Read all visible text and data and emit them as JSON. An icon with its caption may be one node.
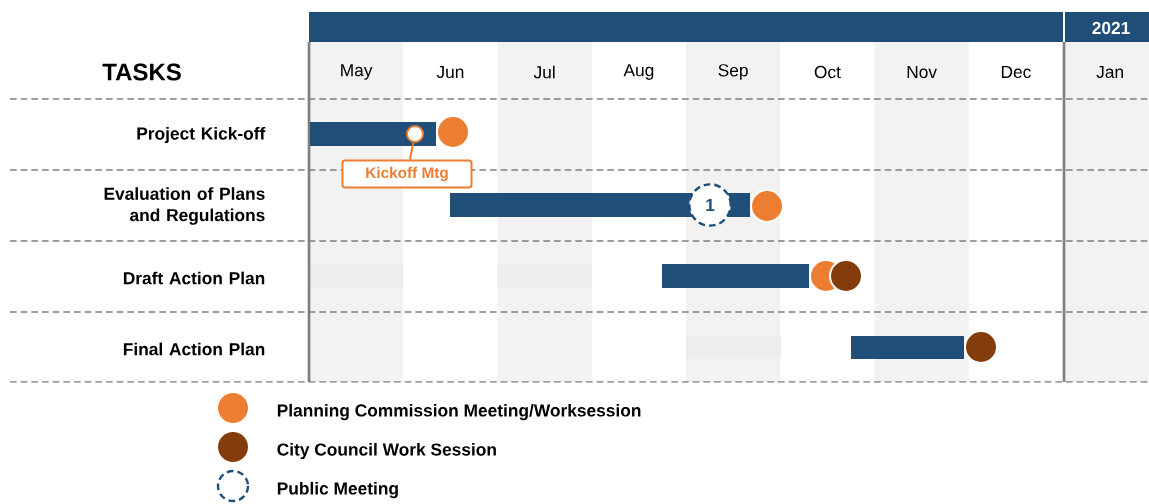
{
  "diagram": {
    "nodes": [
      {
        "text": [],
        "shape": "bar"
      },
      {
        "text": [],
        "shape": "circle",
        "in": 0
      },
      {
        "text": [
          "Kickoff Mtg"
        ]
      },
      {
        "text": [],
        "shape": "bar"
      },
      {
        "text": [
          "1"
        ]
      },
      {
        "text": [],
        "shape": "bar"
      },
      {
        "text": [],
        "shape": "bar"
      }
    ],
    "edges": [
      {
        "from": 2,
        "to": 1,
        "arrow": "none"
      }
    ],
    "labels": [
      "2021",
      "TASKS",
      "May",
      "Jun",
      "Jul",
      "Aug",
      "Sep",
      "Oct",
      "Nov",
      "Dec",
      "Jan",
      "Project Kick-off",
      "Evaluation of Plans and Regulations",
      "Draft Action Plan",
      "Final Action Plan"
    ],
    "legend": [
      {
        "text": "Planning Commission Meeting/Worksession",
        "color": "#ed7d31"
      },
      {
        "text": "City Council Work Session",
        "color": "#843c0c"
      },
      {
        "text": "Public Meeting"
      }
    ]
  }
}
